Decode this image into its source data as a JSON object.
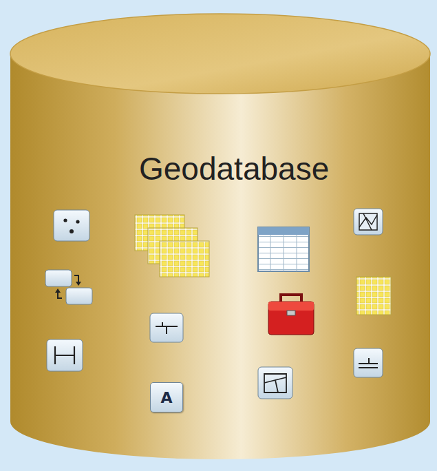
{
  "diagram": {
    "nodes": [
      {
        "text": [
          "Geodatabase"
        ]
      },
      {
        "text": [
          "A"
        ],
        "in": 0
      }
    ]
  }
}
